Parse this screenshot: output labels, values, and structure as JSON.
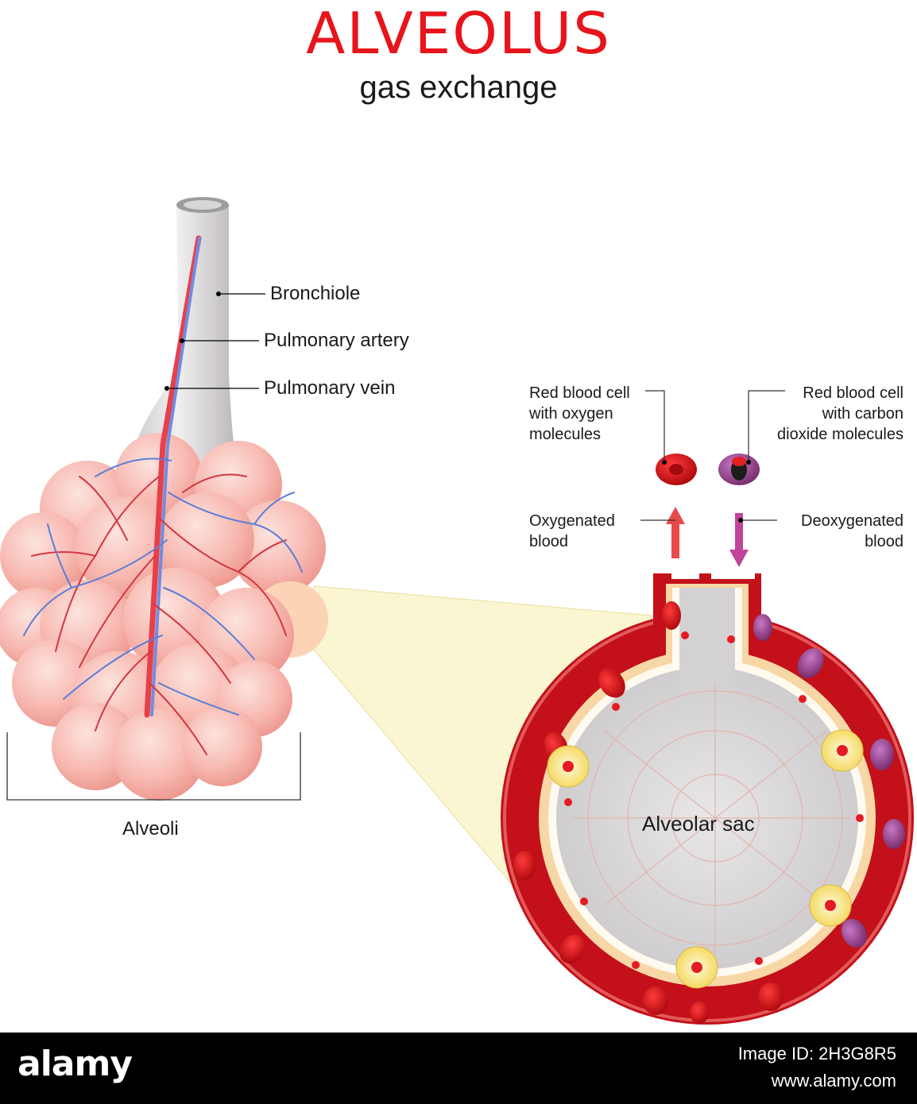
{
  "title": "ALVEOLUS",
  "subtitle": "gas exchange",
  "labels": {
    "bronchiole": "Bronchiole",
    "pulmonary_artery": "Pulmonary artery",
    "pulmonary_vein": "Pulmonary vein",
    "alveoli": "Alveoli",
    "rbc_oxygen_line1": "Red blood cell",
    "rbc_oxygen_line2": "with oxygen",
    "rbc_oxygen_line3": "molecules",
    "rbc_co2_line1": "Red blood cell",
    "rbc_co2_line2": "with carbon",
    "rbc_co2_line3": "dioxide molecules",
    "oxygenated_line1": "Oxygenated",
    "oxygenated_line2": "blood",
    "deoxygenated_line1": "Deoxygenated",
    "deoxygenated_line2": "blood",
    "alveolar_sac": "Alveolar sac"
  },
  "footer": {
    "brand": "alamy",
    "image_id": "Image ID: 2H3G8R5",
    "url": "www.alamy.com"
  },
  "colors": {
    "title": "#e8141b",
    "alveoli_pink": "#f7b8b0",
    "capillary_red": "#c3101a",
    "artery_red": "#e8404a",
    "vein_blue": "#6f8de0",
    "sac_gray": "#dcdadb",
    "zoom_yellow": "#fbf6d2",
    "oxygen_arrow": "#e84a4a",
    "co2_arrow": "#c0449a"
  }
}
